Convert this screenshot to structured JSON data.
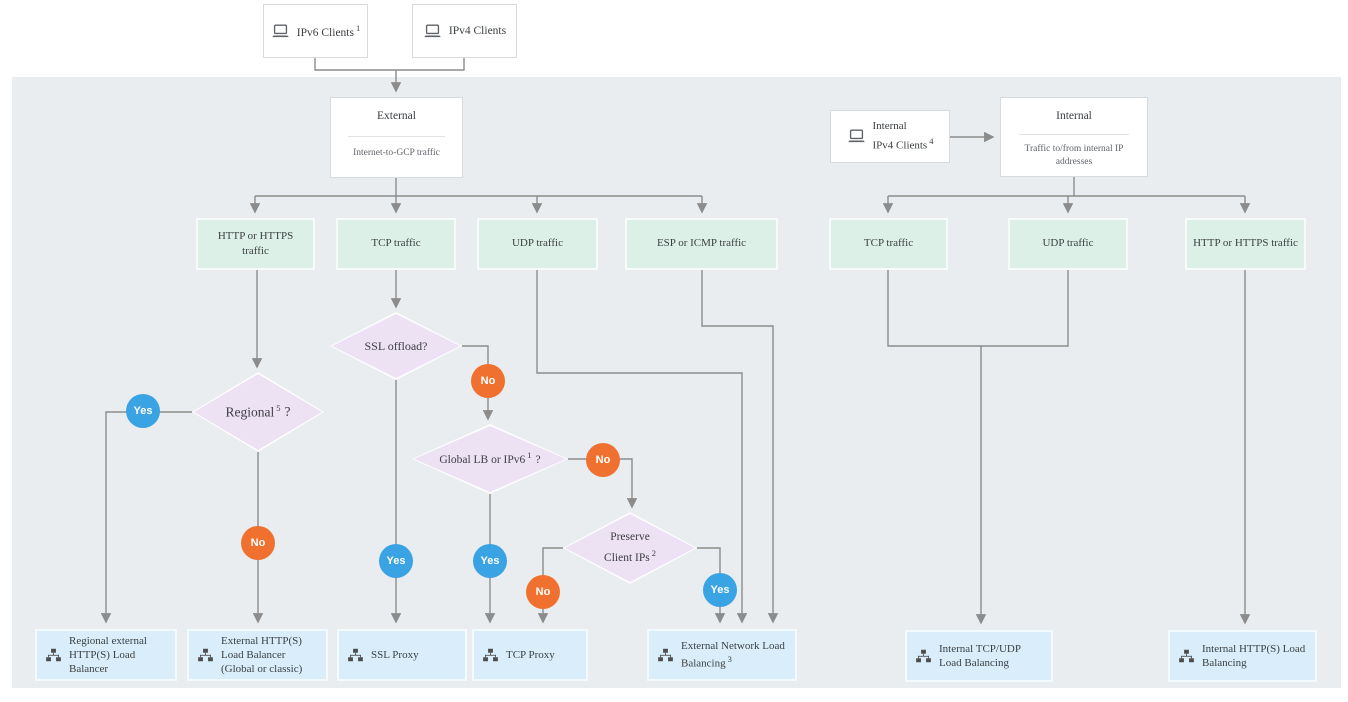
{
  "palette": {
    "panel_bg": "#e9edef",
    "traffic_box": "#ddf0e7",
    "decision_diamond": "#ede1f4",
    "result_box": "#d9eefa",
    "yes_badge": "#3aa3e3",
    "no_badge": "#f0702f",
    "wire": "#8c8c8c"
  },
  "answers": {
    "yes": "Yes",
    "no": "No"
  },
  "sources": {
    "ipv6_clients": {
      "label": "IPv6 Clients",
      "sup": "1"
    },
    "ipv4_clients": {
      "label": "IPv4 Clients"
    },
    "internal_clients": {
      "line1": "Internal",
      "line2": "IPv4 Clients",
      "sup": "4"
    }
  },
  "groups": {
    "external": {
      "title": "External",
      "subtitle": "Internet-to-GCP traffic"
    },
    "internal": {
      "title": "Internal",
      "subtitle": "Traffic to/from internal IP addresses"
    }
  },
  "traffic": {
    "ext_http": "HTTP or HTTPS traffic",
    "ext_tcp": "TCP traffic",
    "ext_udp": "UDP traffic",
    "ext_esp": "ESP or ICMP traffic",
    "int_tcp": "TCP traffic",
    "int_udp": "UDP traffic",
    "int_http": "HTTP or HTTPS traffic"
  },
  "decisions": {
    "regional": {
      "label": "Regional",
      "sup": "5",
      "suffix": "?"
    },
    "ssl_offload": {
      "label": "SSL offload?"
    },
    "global_lb": {
      "label": "Global LB or IPv6",
      "sup": "1",
      "suffix": "?"
    },
    "preserve": {
      "line1": "Preserve",
      "line2": "Client IPs",
      "sup": "2"
    }
  },
  "results": {
    "regional_external": "Regional external HTTP(S) Load Balancer",
    "external_https": "External HTTP(S) Load Balancer (Global or classic)",
    "ssl_proxy": "SSL Proxy",
    "tcp_proxy": "TCP Proxy",
    "external_network": {
      "label": "External Network Load Balancing",
      "sup": "3"
    },
    "internal_tcp_udp": "Internal TCP/UDP Load Balancing",
    "internal_https": "Internal HTTP(S) Load Balancing"
  }
}
